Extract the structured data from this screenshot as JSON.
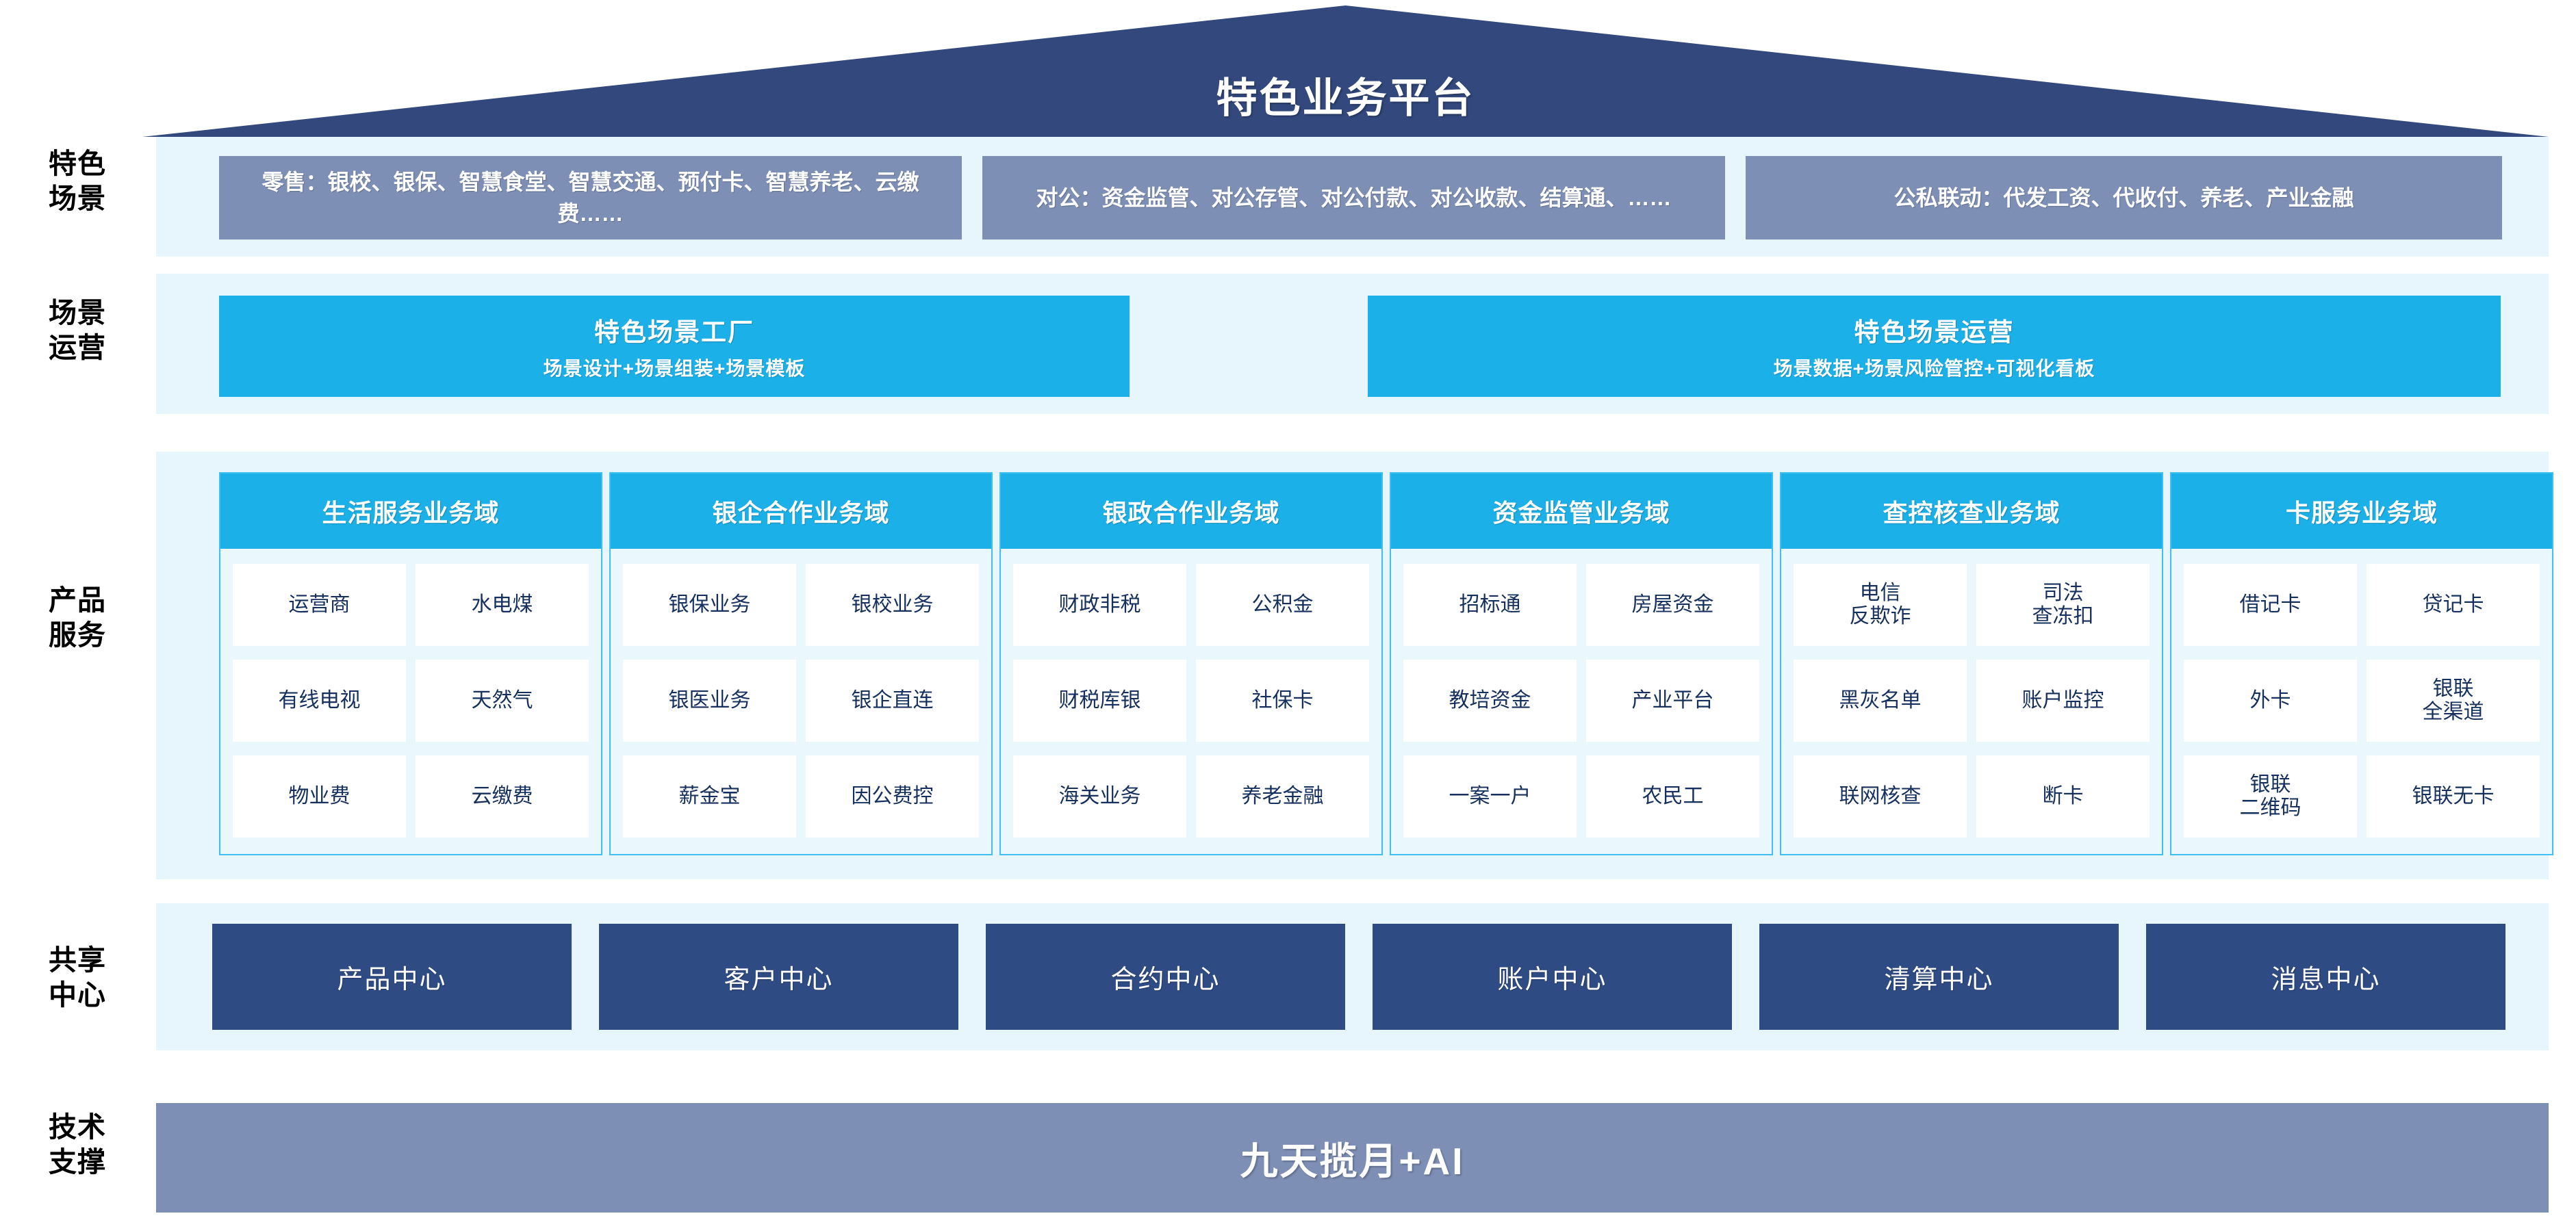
{
  "header": {
    "title": "特色业务平台"
  },
  "row_labels": [
    {
      "key": "scene",
      "label": "特色\n场景"
    },
    {
      "key": "operate",
      "label": "场景\n运营"
    },
    {
      "key": "product",
      "label": "产品\n服务"
    },
    {
      "key": "share",
      "label": "共享\n中心"
    },
    {
      "key": "tech",
      "label": "技术\n支撑"
    }
  ],
  "scene_layer": {
    "boxes": [
      {
        "text": "零售：银校、银保、智慧食堂、智慧交通、预付卡、智慧养老、云缴费……"
      },
      {
        "text": "对公：资金监管、对公存管、对公付款、对公收款、结算通、……"
      },
      {
        "text": "公私联动：代发工资、代收付、养老、产业金融"
      }
    ]
  },
  "operation_layer": {
    "boxes": [
      {
        "title": "特色场景工厂",
        "subtitle": "场景设计+场景组装+场景模板"
      },
      {
        "title": "特色场景运营",
        "subtitle": "场景数据+场景风险管控+可视化看板"
      }
    ]
  },
  "product_layer": {
    "domains": [
      {
        "title": "生活服务业务域",
        "items": [
          "运营商",
          "水电煤",
          "有线电视",
          "天然气",
          "物业费",
          "云缴费"
        ]
      },
      {
        "title": "银企合作业务域",
        "items": [
          "银保业务",
          "银校业务",
          "银医业务",
          "银企直连",
          "薪金宝",
          "因公费控"
        ]
      },
      {
        "title": "银政合作业务域",
        "items": [
          "财政非税",
          "公积金",
          "财税库银",
          "社保卡",
          "海关业务",
          "养老金融"
        ]
      },
      {
        "title": "资金监管业务域",
        "items": [
          "招标通",
          "房屋资金",
          "教培资金",
          "产业平台",
          "一案一户",
          "农民工"
        ]
      },
      {
        "title": "查控核查业务域",
        "items": [
          "电信\n反欺诈",
          "司法\n查冻扣",
          "黑灰名单",
          "账户监控",
          "联网核查",
          "断卡"
        ]
      },
      {
        "title": "卡服务业务域",
        "items": [
          "借记卡",
          "贷记卡",
          "外卡",
          "银联\n全渠道",
          "银联\n二维码",
          "银联无卡"
        ]
      }
    ]
  },
  "share_layer": {
    "centers": [
      "产品中心",
      "客户中心",
      "合约中心",
      "账户中心",
      "清算中心",
      "消息中心"
    ]
  },
  "tech_layer": {
    "label": "九天揽月+AI"
  },
  "colors": {
    "roof_navy": "#33497e",
    "band_pale": "#e7f6fd",
    "scene_slate": "#7e8fb5",
    "accent_cyan": "#1cb0e8",
    "domain_border": "#3fc0ef",
    "center_navy": "#2f4b84",
    "cell_text": "#15305e"
  }
}
